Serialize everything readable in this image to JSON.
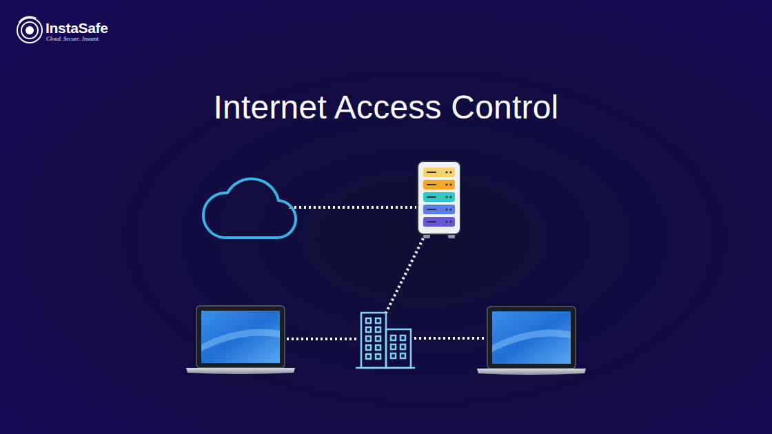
{
  "diagram": {
    "title": "Internet Access Control",
    "labels": [
      "InstaSafe",
      "Cloud. Secure. Instant."
    ]
  }
}
